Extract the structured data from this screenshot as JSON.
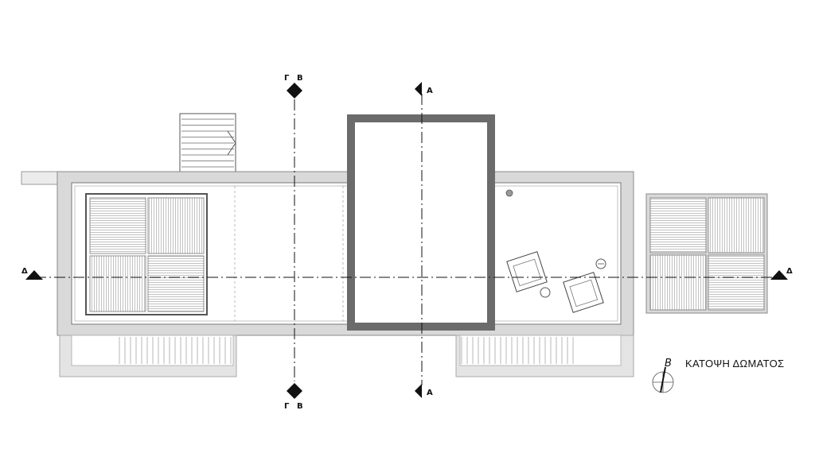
{
  "drawing": {
    "title": "ΚΑΤΟΨΗ ΔΩΜΑΤΟΣ",
    "north_label": "Β"
  },
  "section_marks": {
    "gb_top_left": "Γ",
    "gb_top_right": "Β",
    "gb_bottom_left": "Γ",
    "gb_bottom_right": "Β",
    "a_top": "Α",
    "a_bottom": "Α",
    "d_left": "Δ",
    "d_right": "Δ"
  },
  "colors": {
    "wall_fill": "#d9d9d9",
    "wall_stroke": "#8a8a8a",
    "tower_frame": "#6b6b6b",
    "hatch": "#9a9a9a",
    "axis": "#111111"
  }
}
